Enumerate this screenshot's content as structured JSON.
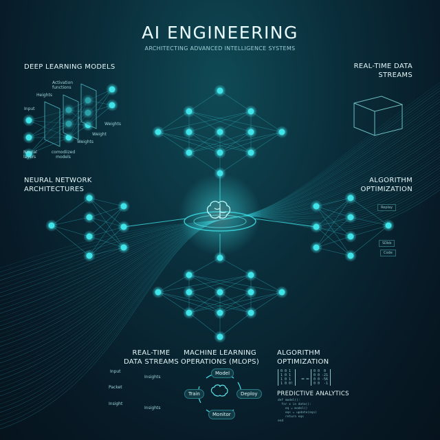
{
  "header": {
    "title": "AI Engineering",
    "subtitle": "Architecting Advanced Intelligence Systems"
  },
  "deep_learning": {
    "heading": "Deep Learning Models",
    "labels": {
      "activation": "Activation functions",
      "heights": "Heights",
      "input": "Input",
      "neural_layers": "Neural layers",
      "models": "comodiized models",
      "weights_a": "Weights",
      "weight": "Weight",
      "weights_b": "Weights"
    }
  },
  "streams_top": {
    "heading_line1": "Real-Time Data",
    "heading_line2": "Streams"
  },
  "nn_arch": {
    "heading_line1": "Neural Network",
    "heading_line2": "Architectures"
  },
  "algo_right": {
    "heading_line1": "Algorithm",
    "heading_line2": "Optimization",
    "boxes": [
      "Replay",
      "SDbb",
      "Code"
    ]
  },
  "streams_bottom": {
    "heading_line1": "Real-Time",
    "heading_line2": "Data Streams",
    "labels": {
      "input": "Input",
      "packet": "Packet",
      "insight": "Insight",
      "insights_a": "Insights",
      "insights_b": "Insights"
    }
  },
  "mlops": {
    "heading_line1": "Machine Learning",
    "heading_line2": "Operations (MLOps)",
    "steps": {
      "model": "Model",
      "train": "Train",
      "deploy": "Deploy",
      "monitor": "Monitor"
    }
  },
  "algo_bottom": {
    "heading_line1": "Algorithm",
    "heading_line2": "Optimization",
    "matrix_left": "0 0 1\n1 0 1\n1 0 1\n1 0 0!",
    "operator": "= =",
    "matrix_right": "0 0  0\n0 0 -21\n0 0 -56\n0 0  -1",
    "predictive_heading": "Predictive Analytics",
    "code": "def model():\n  for x in data():\n    eq = model()\n    eqs = update(eqs)\n    return eqs\nend"
  },
  "colors": {
    "accent": "#3fe3e8",
    "background": "#071a26",
    "line": "#2aa9b5"
  }
}
